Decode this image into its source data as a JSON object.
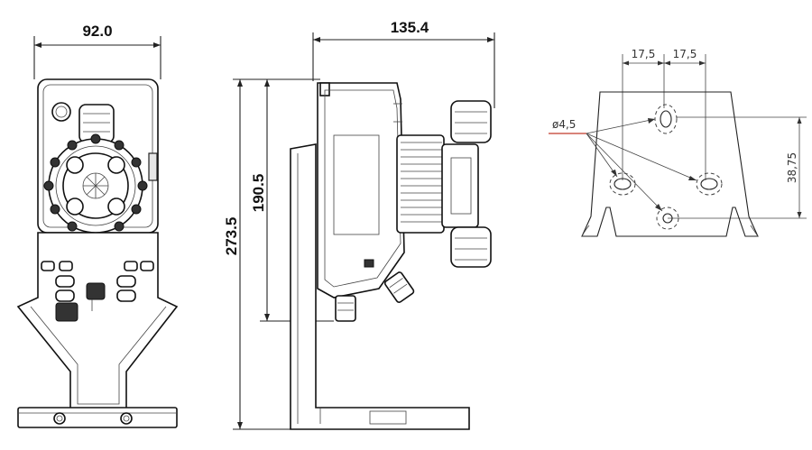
{
  "front_view": {
    "width_label": "92.0"
  },
  "side_view": {
    "depth_label": "135.4",
    "total_height_label": "273.5",
    "pump_height_label": "190.5"
  },
  "bracket_view": {
    "spacing_left_label": "17,5",
    "spacing_right_label": "17,5",
    "hole_diameter_label": "ø4,5",
    "vertical_spacing_label": "38,75"
  },
  "colors": {
    "line": "#222222",
    "leader": "#c0392b"
  }
}
